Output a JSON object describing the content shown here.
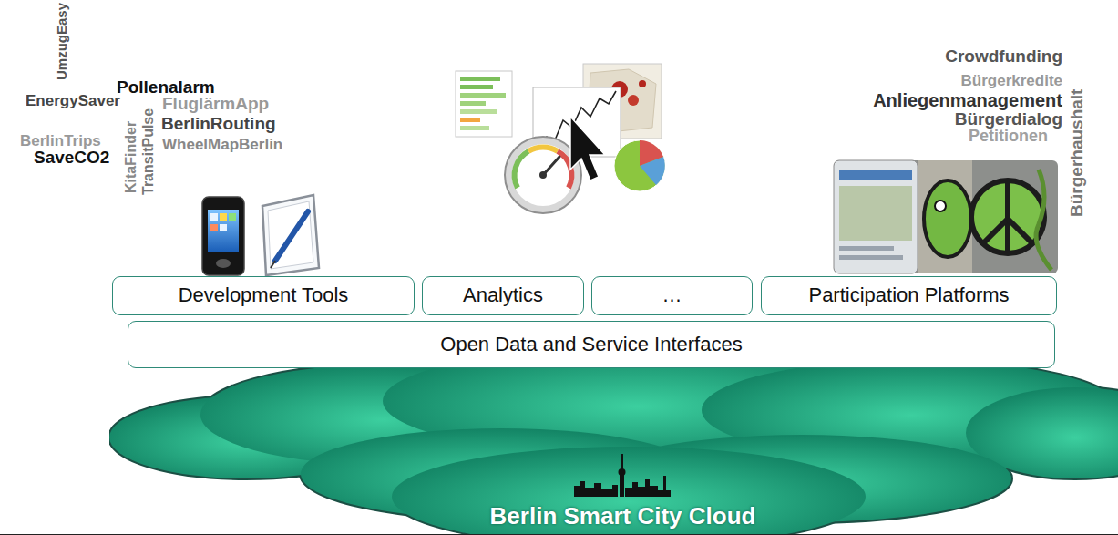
{
  "diagram": {
    "nodes": [
      {
        "text": [
          "Development Tools"
        ]
      },
      {
        "text": [
          "Analytics"
        ]
      },
      {
        "text": [
          "…"
        ]
      },
      {
        "text": [
          "Participation Platforms"
        ]
      },
      {
        "text": [
          "Open Data and Service Interfaces"
        ]
      },
      {
        "text": [
          "Berlin Smart City Cloud"
        ]
      }
    ],
    "labels": [
      "UmzugEasy",
      "Pollenalarm",
      "EnergySaver",
      "TransitPulse",
      "KitaFinder",
      "FluglärmApp",
      "BerlinRouting",
      "WheelMapBerlin",
      "BerlinTrips",
      "SaveCO2",
      "Crowdfunding",
      "Bürgerkredite",
      "Anliegenmanagement",
      "Bürgerdialog",
      "Petitionen",
      "Bürgerhaushalt"
    ]
  }
}
